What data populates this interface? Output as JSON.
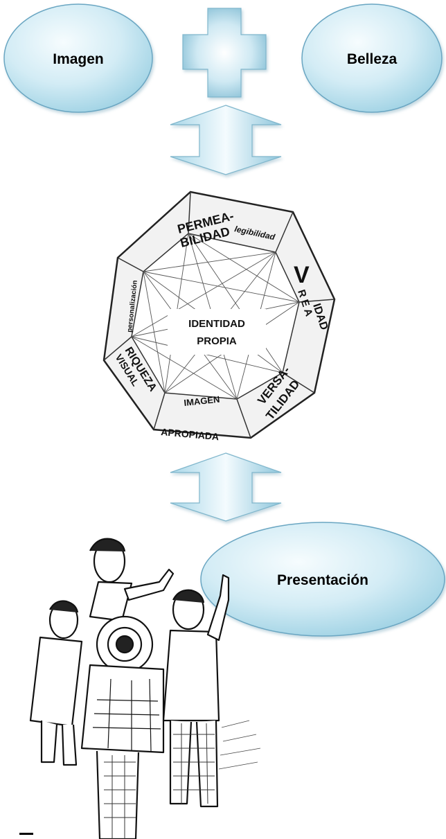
{
  "bubbles": {
    "imagen": "Imagen",
    "belleza": "Belleza",
    "presentacion": "Presentación"
  },
  "heptagon": {
    "center_line1": "IDENTIDAD",
    "center_line2": "PROPIA",
    "segments": {
      "permeabilidad_1": "PERMEA-",
      "permeabilidad_2": "BILIDAD",
      "legibilidad": "legibilidad",
      "vitalidad_v": "V",
      "vitalidad_rest": "IDAD",
      "area": "R E A",
      "versatilidad_1": "VERSA-",
      "versatilidad_2": "TILIDAD",
      "imagen_apropiada_1": "IMAGEN",
      "imagen_apropiada_2": "APROPIADA",
      "riqueza_1": "RIQUEZA",
      "riqueza_2": "VISUAL",
      "personalizacion": "personalización"
    }
  },
  "colors": {
    "bubble_light": "#eaf6fb",
    "bubble_dark": "#9fd2e4",
    "bubble_stroke": "#6aa6c2",
    "arrow_light": "#eef8fc",
    "arrow_dark": "#8ec6dc"
  },
  "icons": {
    "plus": "plus-icon",
    "arrow": "double-arrow-icon",
    "people": "people-illustration"
  }
}
